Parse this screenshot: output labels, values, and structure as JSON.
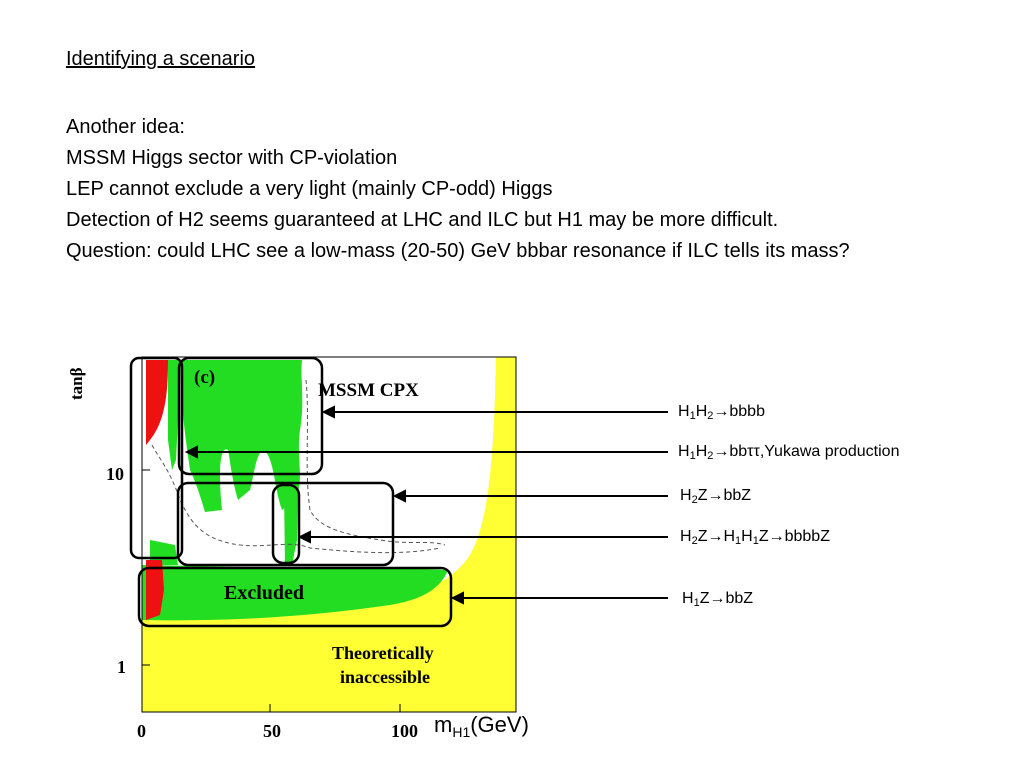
{
  "slide": {
    "title": "Identifying a scenario",
    "lines": [
      "Another idea:",
      "MSSM Higgs sector with CP-violation",
      "LEP cannot exclude a very light (mainly CP-odd) Higgs",
      "Detection of H2 seems guaranteed at LHC and ILC but H1 may be more difficult.",
      "Question: could LHC see a low-mass (20-50) GeV bbbar resonance if ILC tells its mass?"
    ]
  },
  "plot": {
    "panel_label": "(c)",
    "scenario_label": "MSSM CPX",
    "region_excluded": "Excluded",
    "region_theory_line1": "Theoretically",
    "region_theory_line2": "inaccessible",
    "y_axis_label": "tanβ",
    "y_ticks": [
      "10",
      "1"
    ],
    "x_ticks": [
      "0",
      "50",
      "100"
    ],
    "x_axis_m": "m",
    "x_axis_sub": "H1",
    "x_axis_unit": "(GeV)",
    "colors": {
      "yellow": "#ffff33",
      "green": "#22dd22",
      "red": "#ee1111"
    }
  },
  "annotations": [
    {
      "pre": "H",
      "s1": "1",
      "mid": "H",
      "s2": "2",
      "post": "→bbbb"
    },
    {
      "pre": "H",
      "s1": "1",
      "mid": "H",
      "s2": "2",
      "post": "→bbττ,Yukawa production"
    },
    {
      "pre": "H",
      "s1": "2",
      "mid": "Z→bbZ",
      "s2": "",
      "post": ""
    },
    {
      "pre": "H",
      "s1": "2",
      "mid": "Z→H",
      "s2": "1",
      "post": "H",
      "s3": "1",
      "post2": "Z→bbbbZ"
    },
    {
      "pre": "H",
      "s1": "1",
      "mid": "Z→bbZ",
      "s2": "",
      "post": ""
    }
  ]
}
